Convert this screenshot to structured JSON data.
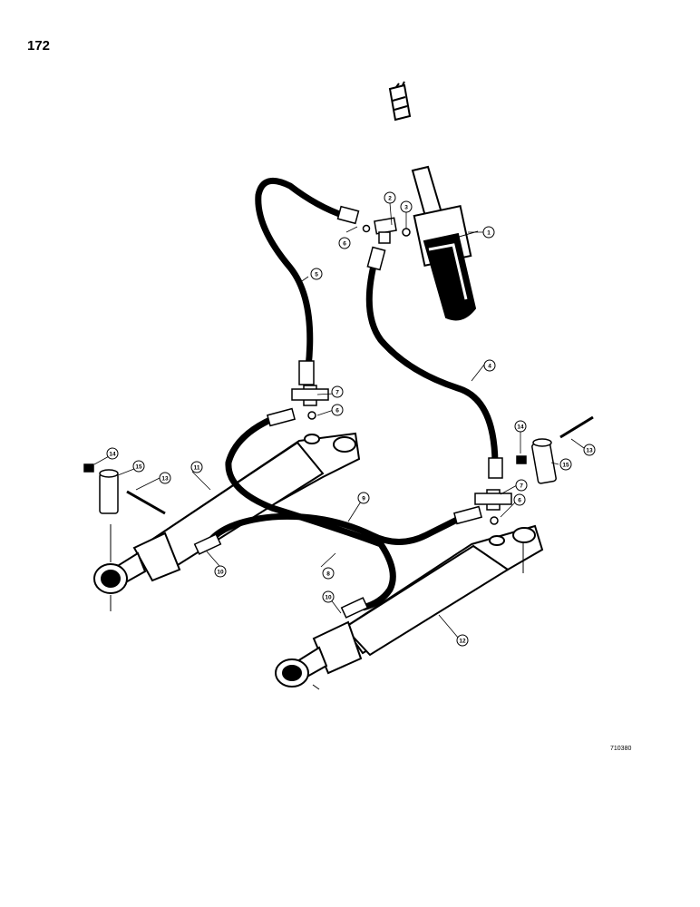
{
  "page_number": "172",
  "drawing_code": "710380",
  "callouts": [
    {
      "label": "1"
    },
    {
      "label": "2"
    },
    {
      "label": "3"
    },
    {
      "label": "4"
    },
    {
      "label": "5"
    },
    {
      "label": "6"
    },
    {
      "label": "7"
    },
    {
      "label": "6"
    },
    {
      "label": "7"
    },
    {
      "label": "6"
    },
    {
      "label": "8"
    },
    {
      "label": "9"
    },
    {
      "label": "10"
    },
    {
      "label": "10"
    },
    {
      "label": "11"
    },
    {
      "label": "12"
    },
    {
      "label": "13"
    },
    {
      "label": "13"
    },
    {
      "label": "14"
    },
    {
      "label": "14"
    },
    {
      "label": "15"
    },
    {
      "label": "15"
    }
  ]
}
